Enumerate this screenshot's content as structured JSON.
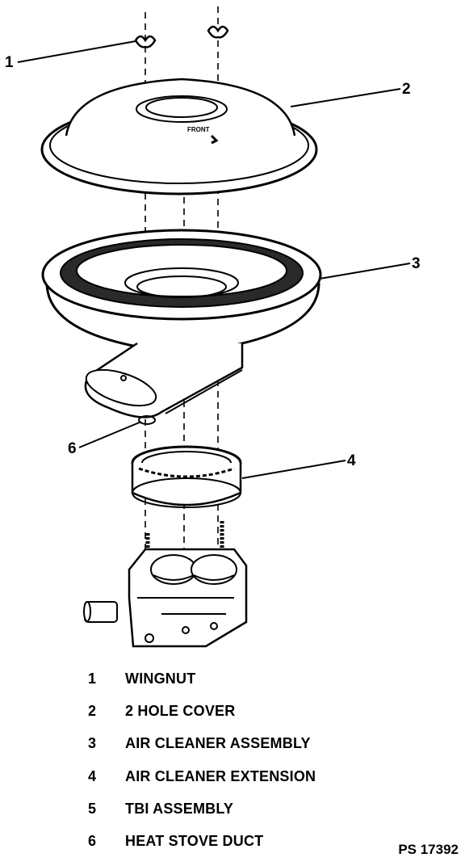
{
  "callouts": [
    "1",
    "2",
    "3",
    "4",
    "6"
  ],
  "cover_marking": "FRONT",
  "legend": [
    {
      "number": "1",
      "label": "WINGNUT"
    },
    {
      "number": "2",
      "label": "2 HOLE COVER"
    },
    {
      "number": "3",
      "label": "AIR CLEANER ASSEMBLY"
    },
    {
      "number": "4",
      "label": "AIR CLEANER EXTENSION"
    },
    {
      "number": "5",
      "label": "TBI ASSEMBLY"
    },
    {
      "number": "6",
      "label": "HEAT STOVE DUCT"
    }
  ],
  "figure_id": "PS 17392"
}
